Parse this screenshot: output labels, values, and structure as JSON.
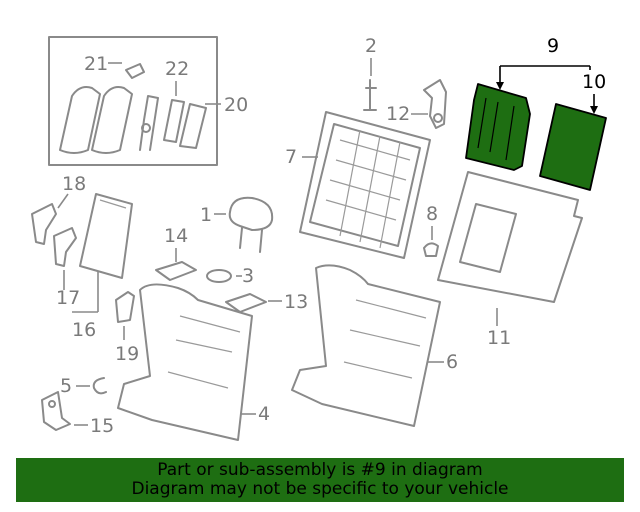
{
  "callouts": {
    "c1": "1",
    "c2": "2",
    "c3": "3",
    "c4": "4",
    "c5": "5",
    "c6": "6",
    "c7": "7",
    "c8": "8",
    "c9": "9",
    "c10": "10",
    "c11": "11",
    "c12": "12",
    "c13": "13",
    "c14": "14",
    "c15": "15",
    "c16": "16",
    "c17": "17",
    "c18": "18",
    "c19": "19",
    "c20": "20",
    "c21": "21",
    "c22": "22"
  },
  "highlight": {
    "part_number": "9",
    "color": "#1e6e12"
  },
  "banner": {
    "line1": "Part or sub-assembly is #9 in diagram",
    "line2": "Diagram may not be specific to your vehicle"
  }
}
